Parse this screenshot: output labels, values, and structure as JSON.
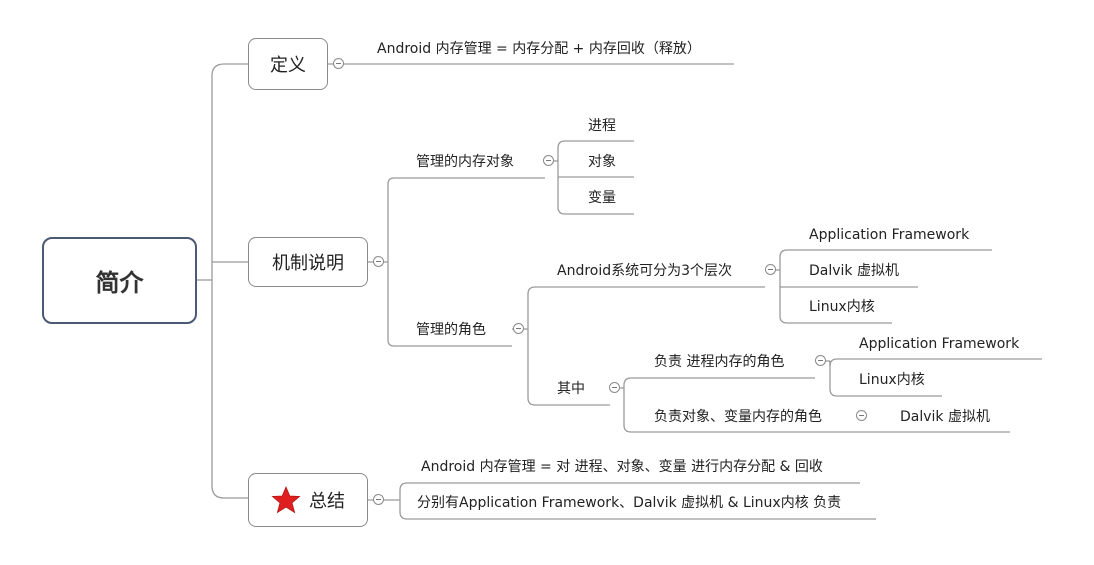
{
  "root": {
    "label": "简介"
  },
  "definition": {
    "label": "定义",
    "text": "Android 内存管理 = 内存分配 + 内存回收（释放）"
  },
  "mechanism": {
    "label": "机制说明",
    "objects": {
      "label": "管理的内存对象",
      "items": [
        "进程",
        "对象",
        "变量"
      ]
    },
    "roles": {
      "label": "管理的角色",
      "layers": {
        "label": "Android系统可分为3个层次",
        "items": [
          "Application Framework",
          "Dalvik 虚拟机",
          "Linux内核"
        ]
      },
      "among": {
        "label": "其中",
        "process_role": {
          "label": "负责 进程内存的角色",
          "items": [
            "Application Framework",
            "Linux内核"
          ]
        },
        "object_role": {
          "label": "负责对象、变量内存的角色",
          "items": [
            "Dalvik 虚拟机"
          ]
        }
      }
    }
  },
  "summary": {
    "label": "总结",
    "icon": "red-star-icon",
    "lines": [
      "Android 内存管理 = 对 进程、对象、变量 进行内存分配 & 回收",
      "分别有Application Framework、Dalvik 虚拟机 & Linux内核 负责"
    ]
  },
  "colors": {
    "root_border": "#4a5a74",
    "star": "#e02020",
    "line": "#9a9a9a"
  }
}
